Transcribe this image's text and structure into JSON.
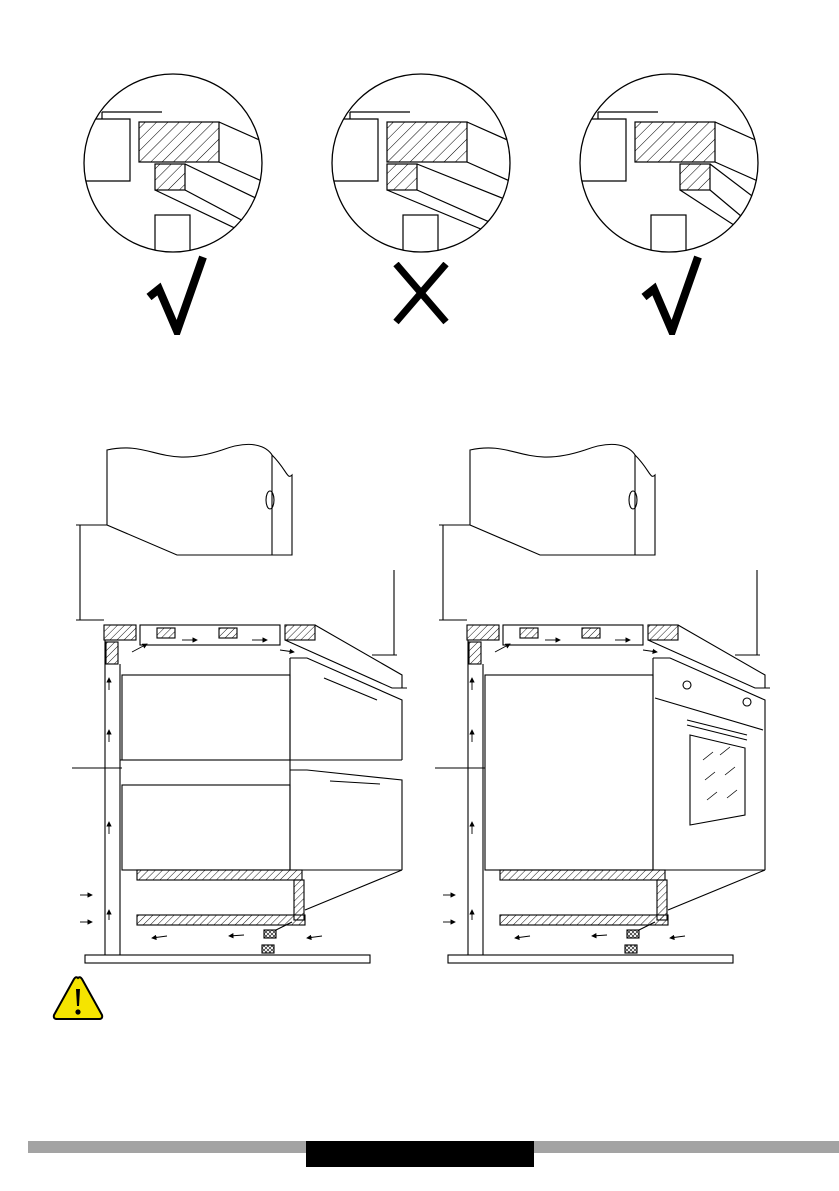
{
  "page": {
    "title": ""
  },
  "details": [
    {
      "verdict": "correct",
      "mark": "√"
    },
    {
      "verdict": "incorrect",
      "mark": "X"
    },
    {
      "verdict": "correct",
      "mark": "√"
    }
  ],
  "installations": [
    {
      "appliance": "drawers"
    },
    {
      "appliance": "oven"
    }
  ],
  "warning": {
    "icon": "warning-triangle-icon",
    "color": "#f5e400"
  },
  "footer": {
    "page_number": ""
  },
  "colors": {
    "line": "#000000",
    "footer_bar": "#a3a3a3",
    "footer_block": "#000000"
  }
}
